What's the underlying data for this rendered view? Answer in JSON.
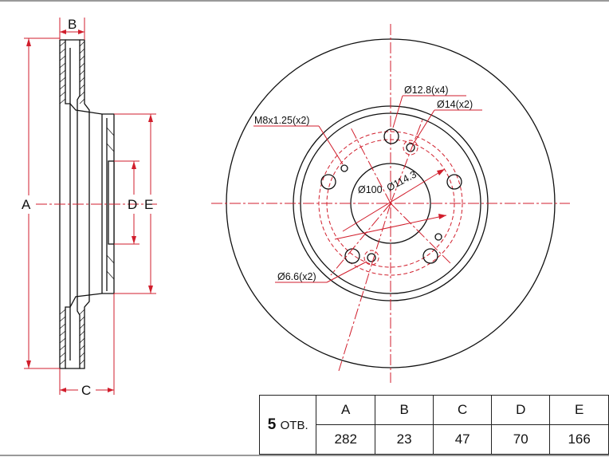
{
  "side_view": {
    "labels": {
      "A": "A",
      "B": "B",
      "C": "C",
      "D": "D",
      "E": "E"
    }
  },
  "front_view": {
    "callouts": {
      "hole_12_8": "Ø12.8(x4)",
      "hole_14": "Ø14(x2)",
      "thread": "M8x1.25(x2)",
      "pcd_100": "Ø100",
      "pcd_114": "Ø114.3",
      "hole_6_6": "Ø6.6(x2)"
    }
  },
  "spec_table": {
    "holes_count": "5",
    "holes_unit": "ОТВ.",
    "headers": [
      "A",
      "B",
      "C",
      "D",
      "E"
    ],
    "values": [
      "282",
      "23",
      "47",
      "70",
      "166"
    ]
  },
  "colors": {
    "dimension": "#d11e2c",
    "outline": "#111111"
  }
}
